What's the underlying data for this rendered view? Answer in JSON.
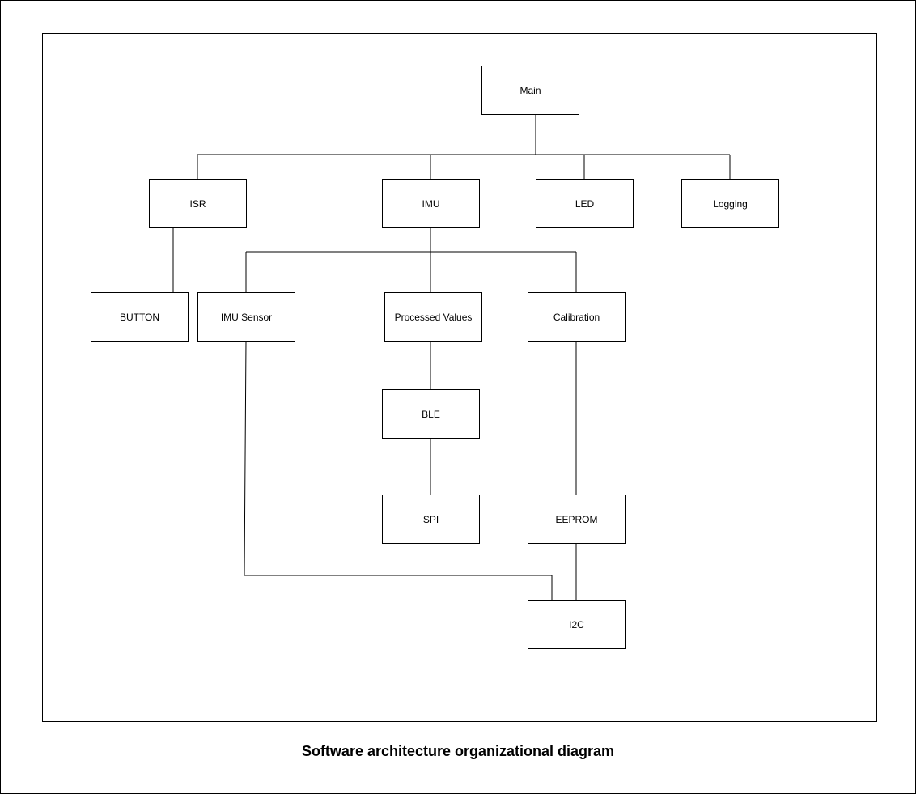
{
  "diagram": {
    "caption": "Software architecture organizational diagram",
    "nodes": {
      "main": "Main",
      "isr": "ISR",
      "imu": "IMU",
      "led": "LED",
      "logging": "Logging",
      "button": "BUTTON",
      "imu_sensor": "IMU Sensor",
      "processed_values": "Processed Values",
      "calibration": "Calibration",
      "ble": "BLE",
      "spi": "SPI",
      "eeprom": "EEPROM",
      "i2c": "I2C"
    },
    "edges": [
      [
        "Main",
        "ISR"
      ],
      [
        "Main",
        "IMU"
      ],
      [
        "Main",
        "LED"
      ],
      [
        "Main",
        "Logging"
      ],
      [
        "ISR",
        "BUTTON"
      ],
      [
        "IMU",
        "IMU Sensor"
      ],
      [
        "IMU",
        "Processed Values"
      ],
      [
        "IMU",
        "Calibration"
      ],
      [
        "Processed Values",
        "BLE"
      ],
      [
        "BLE",
        "SPI"
      ],
      [
        "Calibration",
        "EEPROM"
      ],
      [
        "EEPROM",
        "I2C"
      ],
      [
        "IMU Sensor",
        "I2C"
      ]
    ]
  }
}
